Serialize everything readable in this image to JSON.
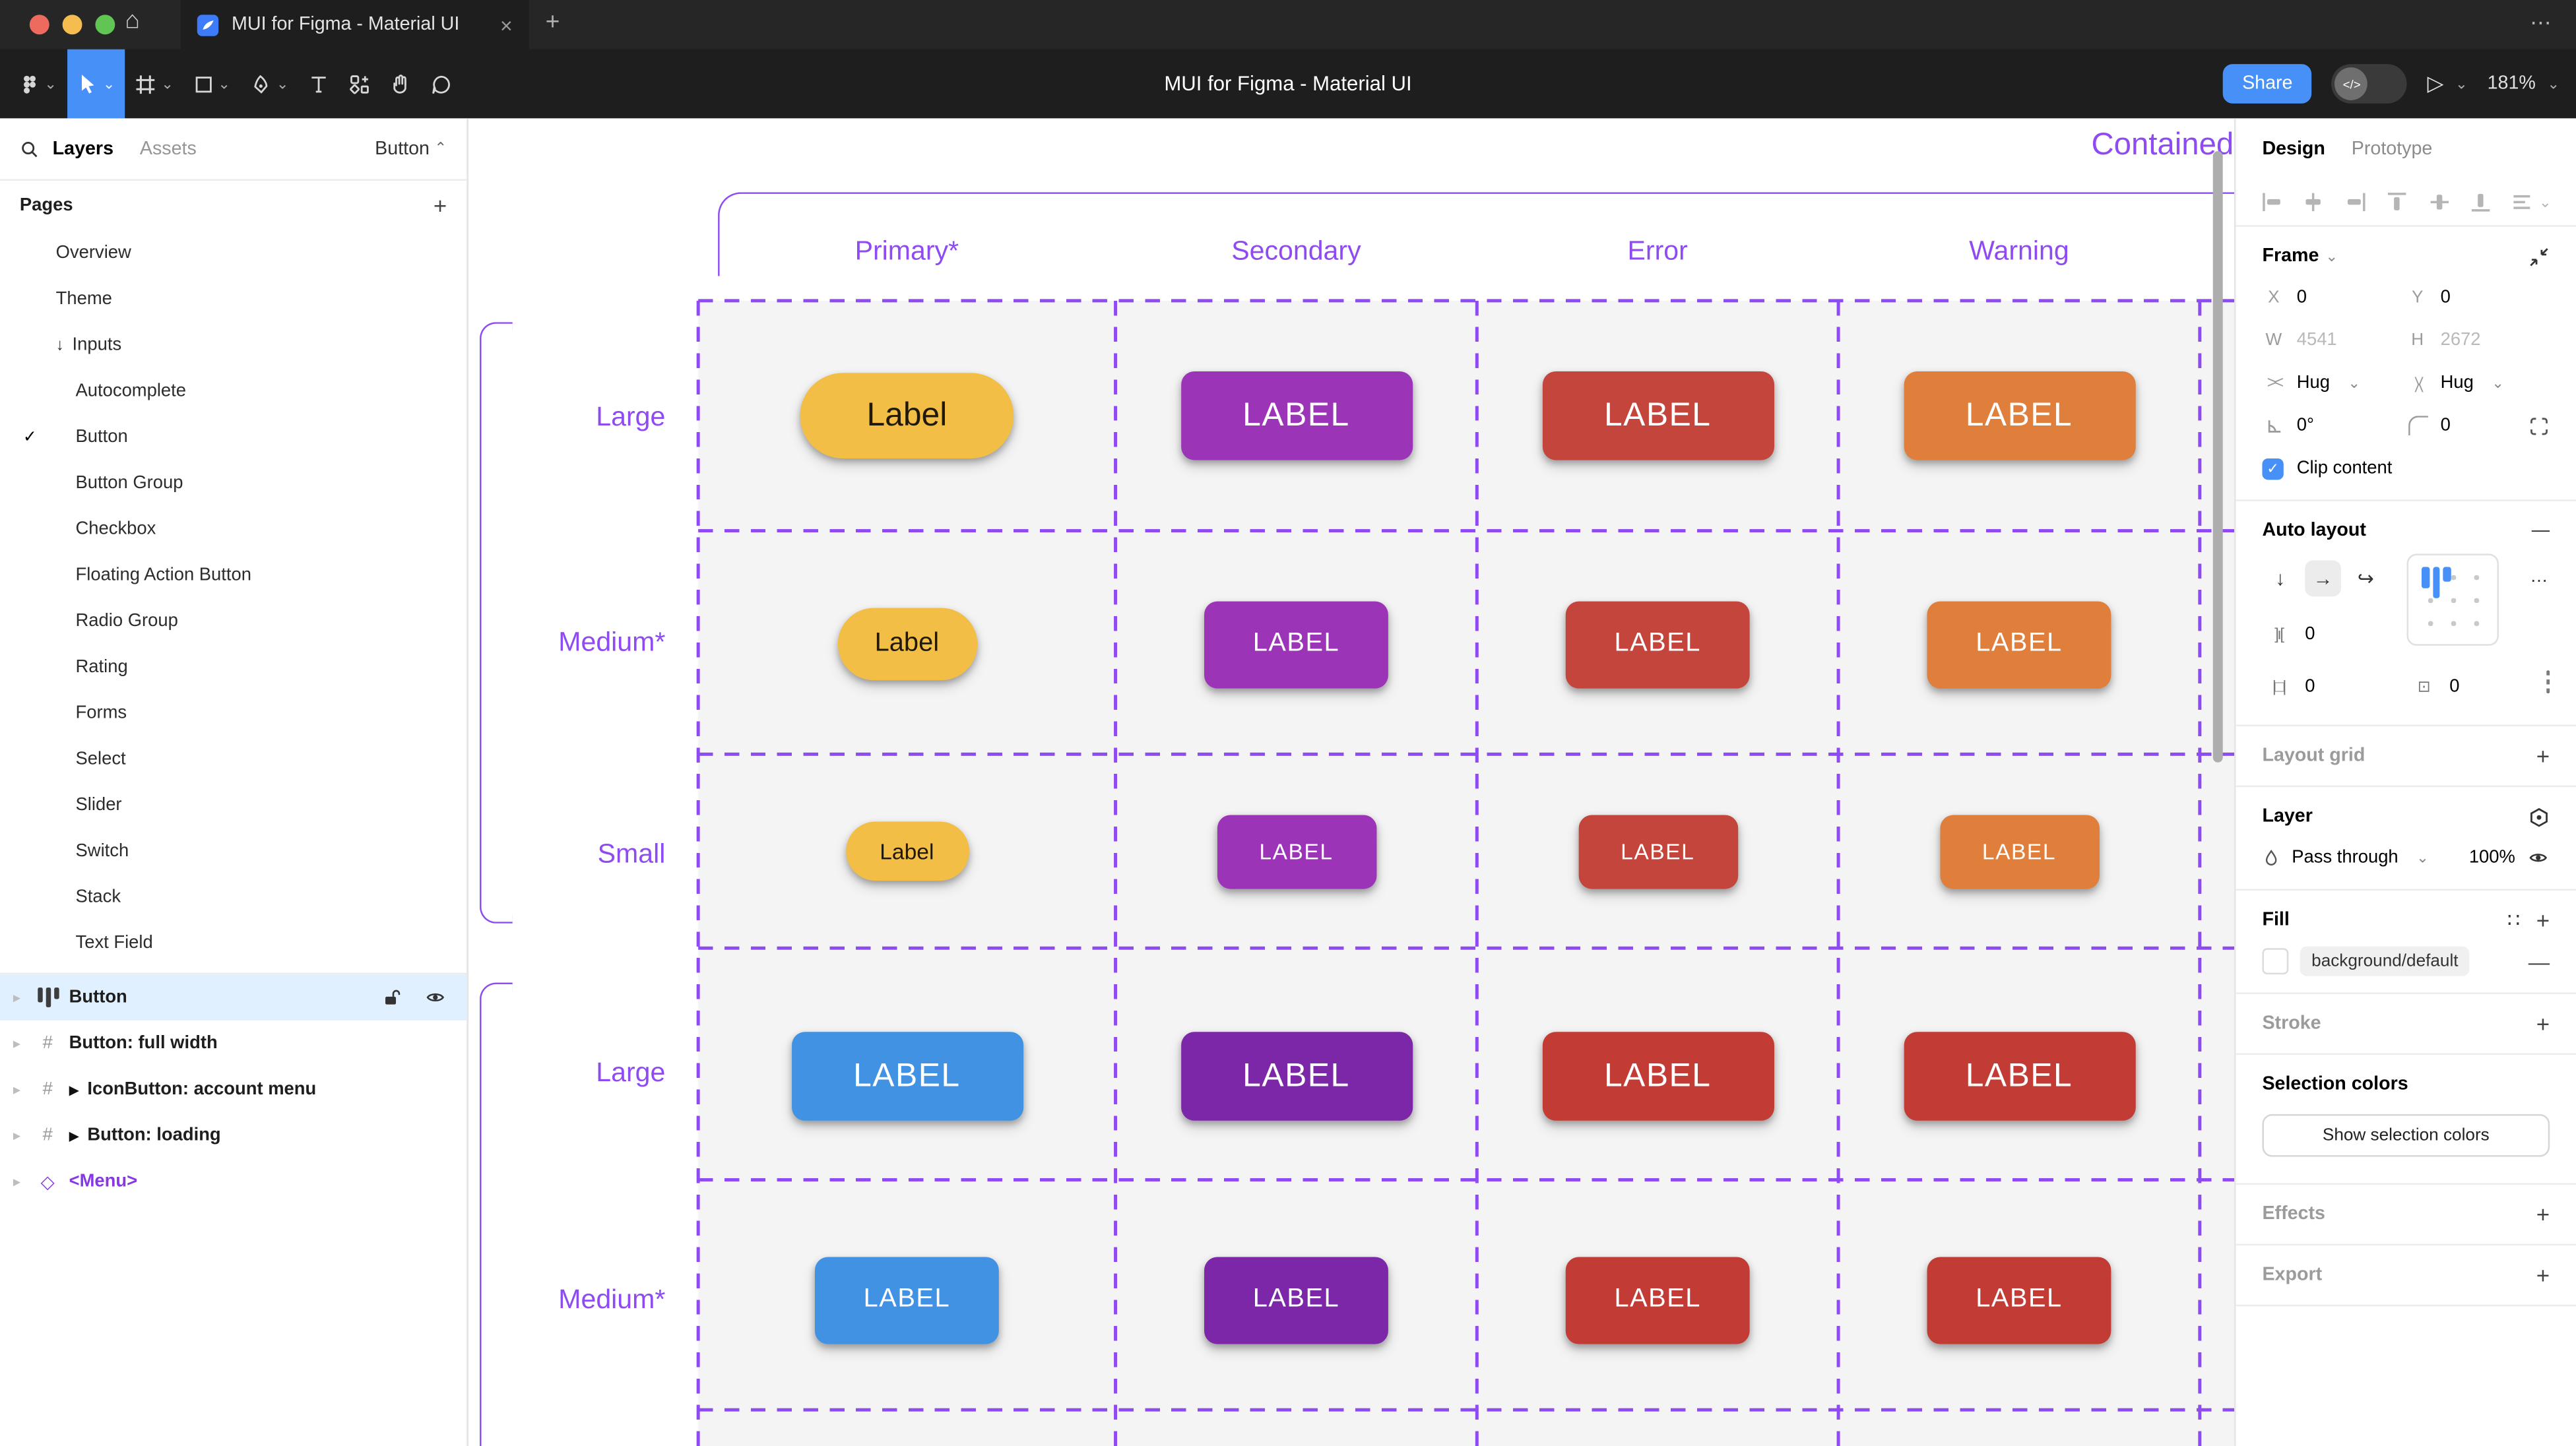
{
  "window": {
    "tab_title": "MUI for Figma - Material UI",
    "tab_close": "×",
    "new_tab": "+",
    "more": "⋯",
    "toolbar_title": "MUI for Figma - Material UI",
    "share_label": "Share",
    "dev_toggle": "</>",
    "play": "▷",
    "zoom_level": "181%"
  },
  "left_sidebar": {
    "tab_layers": "Layers",
    "tab_assets": "Assets",
    "context_label": "Button",
    "context_chevron": "⌃",
    "pages_label": "Pages",
    "add": "+",
    "pages": [
      {
        "label": "Overview",
        "indent": 34
      },
      {
        "label": "Theme",
        "indent": 34
      },
      {
        "label": "Inputs",
        "indent": 34,
        "arrow": "↓"
      },
      {
        "label": "Autocomplete",
        "indent": 46
      },
      {
        "label": "Button",
        "indent": 46,
        "checked": true
      },
      {
        "label": "Button Group",
        "indent": 46
      },
      {
        "label": "Checkbox",
        "indent": 46
      },
      {
        "label": "Floating Action Button",
        "indent": 46
      },
      {
        "label": "Radio Group",
        "indent": 46
      },
      {
        "label": "Rating",
        "indent": 46
      },
      {
        "label": "Forms",
        "indent": 46
      },
      {
        "label": "Select",
        "indent": 46
      },
      {
        "label": "Slider",
        "indent": 46
      },
      {
        "label": "Switch",
        "indent": 46
      },
      {
        "label": "Stack",
        "indent": 46
      },
      {
        "label": "Text Field",
        "indent": 46
      }
    ],
    "layers": [
      {
        "label": "Button",
        "icon": "autolayout",
        "selected": true
      },
      {
        "label": "Button: full width",
        "icon": "frame"
      },
      {
        "label": "IconButton: account menu",
        "icon": "frame",
        "expand": true
      },
      {
        "label": "Button: loading",
        "icon": "frame",
        "expand": true
      },
      {
        "label": "<Menu>",
        "icon": "diamond",
        "purple": true
      }
    ]
  },
  "canvas": {
    "title": "Contained",
    "columns": [
      "Primary*",
      "Secondary",
      "Error",
      "Warning"
    ],
    "rows": [
      {
        "label": "Large",
        "size": "large",
        "buttons": [
          {
            "label": "Label",
            "color": "#F2BE45",
            "text": "dark",
            "shape": "pill"
          },
          {
            "label": "LABEL",
            "color": "#9C34B8",
            "text": "light",
            "shape": "rect"
          },
          {
            "label": "LABEL",
            "color": "#C3453C",
            "text": "light",
            "shape": "rect"
          },
          {
            "label": "LABEL",
            "color": "#E07E3B",
            "text": "light",
            "shape": "rect"
          }
        ]
      },
      {
        "label": "Medium*",
        "size": "medium",
        "buttons": [
          {
            "label": "Label",
            "color": "#F2BE45",
            "text": "dark",
            "shape": "pill"
          },
          {
            "label": "LABEL",
            "color": "#9C34B8",
            "text": "light",
            "shape": "rect"
          },
          {
            "label": "LABEL",
            "color": "#C3453C",
            "text": "light",
            "shape": "rect"
          },
          {
            "label": "LABEL",
            "color": "#E07E3B",
            "text": "light",
            "shape": "rect"
          }
        ]
      },
      {
        "label": "Small",
        "size": "small",
        "buttons": [
          {
            "label": "Label",
            "color": "#F2BE45",
            "text": "dark",
            "shape": "pill"
          },
          {
            "label": "LABEL",
            "color": "#9C34B8",
            "text": "light",
            "shape": "rect"
          },
          {
            "label": "LABEL",
            "color": "#C3453C",
            "text": "light",
            "shape": "rect"
          },
          {
            "label": "LABEL",
            "color": "#E07E3B",
            "text": "light",
            "shape": "rect"
          }
        ]
      },
      {
        "label": "Large",
        "size": "large",
        "buttons": [
          {
            "label": "LABEL",
            "color": "#4292E4",
            "text": "light",
            "shape": "rect"
          },
          {
            "label": "LABEL",
            "color": "#7B27A8",
            "text": "light",
            "shape": "rect"
          },
          {
            "label": "LABEL",
            "color": "#C23B35",
            "text": "light",
            "shape": "rect"
          },
          {
            "label": "LABEL",
            "color": "#C23B35",
            "text": "light",
            "shape": "rect"
          }
        ]
      },
      {
        "label": "Medium*",
        "size": "medium",
        "buttons": [
          {
            "label": "LABEL",
            "color": "#4292E4",
            "text": "light",
            "shape": "rect"
          },
          {
            "label": "LABEL",
            "color": "#7B27A8",
            "text": "light",
            "shape": "rect"
          },
          {
            "label": "LABEL",
            "color": "#C23B35",
            "text": "light",
            "shape": "rect"
          },
          {
            "label": "LABEL",
            "color": "#C23B35",
            "text": "light",
            "shape": "rect"
          }
        ]
      }
    ],
    "accent_purple": "#8F4BF2"
  },
  "right_panel": {
    "tab_design": "Design",
    "tab_prototype": "Prototype",
    "frame": {
      "title": "Frame",
      "x_label": "X",
      "x": "0",
      "y_label": "Y",
      "y": "0",
      "w_label": "W",
      "w": "4541",
      "h_label": "H",
      "h": "2672",
      "hug_h": "Hug",
      "hug_v": "Hug",
      "angle": "0°",
      "radius": "0",
      "clip_label": "Clip content"
    },
    "auto_layout": {
      "title": "Auto layout",
      "gap": "0",
      "pad_h": "0",
      "pad_v": "0",
      "more": "…",
      "collapse": "—"
    },
    "layout_grid_label": "Layout grid",
    "layer": {
      "title": "Layer",
      "blend": "Pass through",
      "opacity": "100%"
    },
    "fill": {
      "title": "Fill",
      "token": "background/default",
      "styles_icon": "∷"
    },
    "stroke_label": "Stroke",
    "selection_colors_label": "Selection colors",
    "show_selection_label": "Show selection colors",
    "effects_label": "Effects",
    "export_label": "Export",
    "accent_blue": "#4790F7"
  }
}
